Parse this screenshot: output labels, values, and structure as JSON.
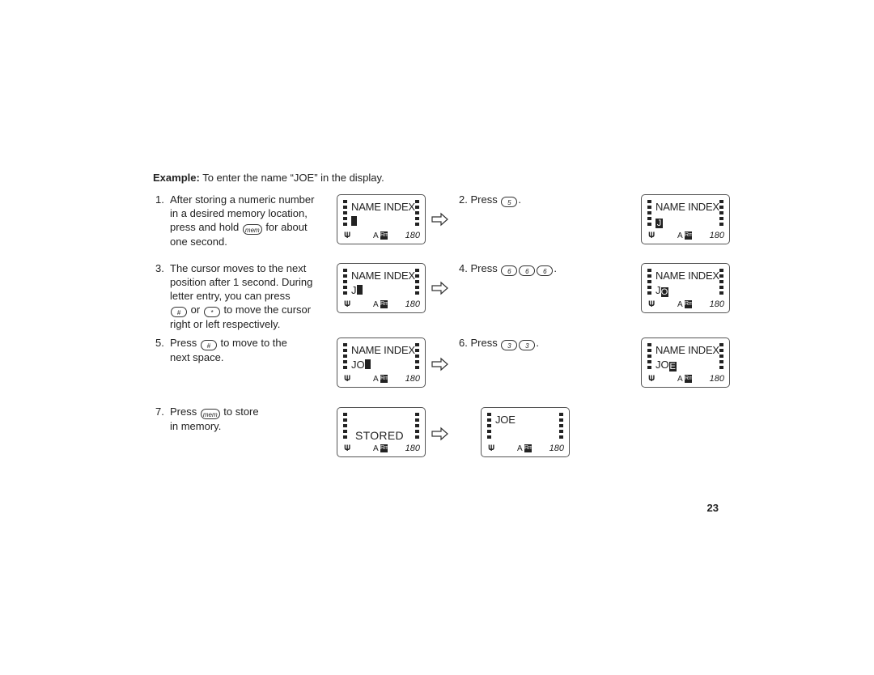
{
  "intro": {
    "bold": "Example:",
    "text": "To enter the name “JOE” in the display."
  },
  "steps": [
    {
      "num": "1.",
      "lines": [
        "After storing a numeric number",
        "in a desired memory location,",
        "press and hold",
        "for about",
        "one second."
      ]
    },
    {
      "num": "2.",
      "text": "Press"
    },
    {
      "num": "3.",
      "lines": [
        "The cursor moves to the next",
        "position after 1 second. During",
        "letter entry, you can press",
        "or",
        "to move the cursor",
        "right or left respectively."
      ]
    },
    {
      "num": "4.",
      "text": "Press"
    },
    {
      "num": "5.",
      "lines": [
        "Press",
        "to move to the",
        "next space."
      ]
    },
    {
      "num": "6.",
      "text": "Press"
    },
    {
      "num": "7.",
      "lines": [
        "Press",
        "to store",
        "in memory."
      ]
    }
  ],
  "keys": {
    "mem": "mem",
    "five": "5",
    "six": "6",
    "three": "3",
    "hash": "#",
    "star": "*"
  },
  "display": {
    "name_index": "NAME INDEX",
    "line_j": "J",
    "line_jo": "JO",
    "cursor_o": "O",
    "cursor_e": "E",
    "stored": "STORED",
    "joe": "JOE",
    "alpha": "A",
    "rm": "Rm",
    "count": "18",
    "count_suffix": "0"
  },
  "page_number": "23"
}
